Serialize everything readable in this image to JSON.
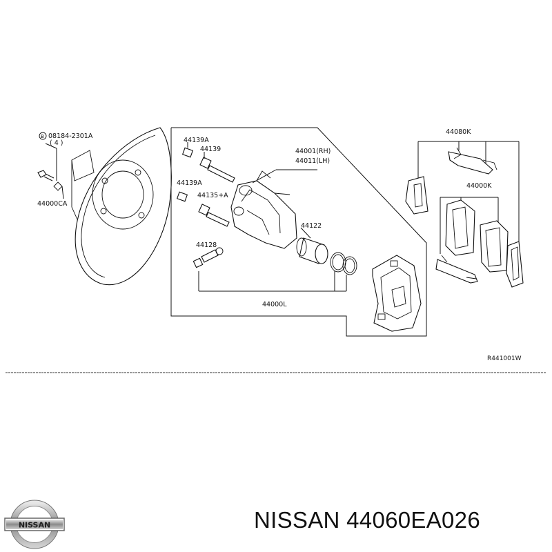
{
  "labels": {
    "bolt_ref": "08184-2301A",
    "bolt_qty": "( 4 )",
    "backing_plate": "44000CA",
    "pin_a_1": "44139A",
    "pin_1": "44139",
    "caliper_rh": "44001(RH)",
    "caliper_lh": "44011(LH)",
    "pin_a_2": "44139A",
    "pin_kit": "44135+A",
    "piston": "44122",
    "bleeder": "44128",
    "caliper_assy": "44000L",
    "hardware_kit": "44080K",
    "pad_kit": "44000K",
    "drawing_code": "R441001W"
  },
  "brand": {
    "logo_text": "NISSAN",
    "caption": "NISSAN 44060EA026"
  }
}
